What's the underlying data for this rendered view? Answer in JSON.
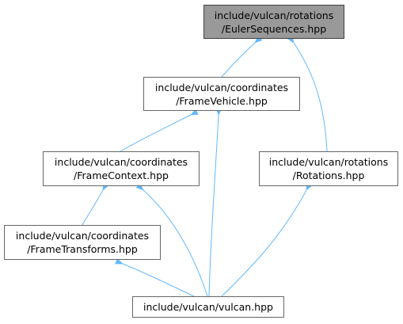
{
  "diagram": {
    "nodes": {
      "euler": {
        "line1": "include/vulcan/rotations",
        "line2": "/EulerSequences.hpp",
        "current": true
      },
      "vehicle": {
        "line1": "include/vulcan/coordinates",
        "line2": "/FrameVehicle.hpp",
        "current": false
      },
      "context": {
        "line1": "include/vulcan/coordinates",
        "line2": "/FrameContext.hpp",
        "current": false
      },
      "rotations": {
        "line1": "include/vulcan/rotations",
        "line2": "/Rotations.hpp",
        "current": false
      },
      "transforms": {
        "line1": "include/vulcan/coordinates",
        "line2": "/FrameTransforms.hpp",
        "current": false
      },
      "vulcan": {
        "line1": "include/vulcan/vulcan.hpp",
        "line2": "",
        "current": false
      }
    },
    "edges": [
      {
        "from": "vehicle",
        "to": "euler"
      },
      {
        "from": "rotations",
        "to": "euler"
      },
      {
        "from": "context",
        "to": "vehicle"
      },
      {
        "from": "vulcan",
        "to": "vehicle"
      },
      {
        "from": "transforms",
        "to": "context"
      },
      {
        "from": "vulcan",
        "to": "context"
      },
      {
        "from": "vulcan",
        "to": "transforms"
      },
      {
        "from": "vulcan",
        "to": "rotations"
      }
    ],
    "colors": {
      "edge": "#63b8ff",
      "node_border": "#666666",
      "current_fill": "#999999",
      "current_border": "#404040"
    }
  }
}
